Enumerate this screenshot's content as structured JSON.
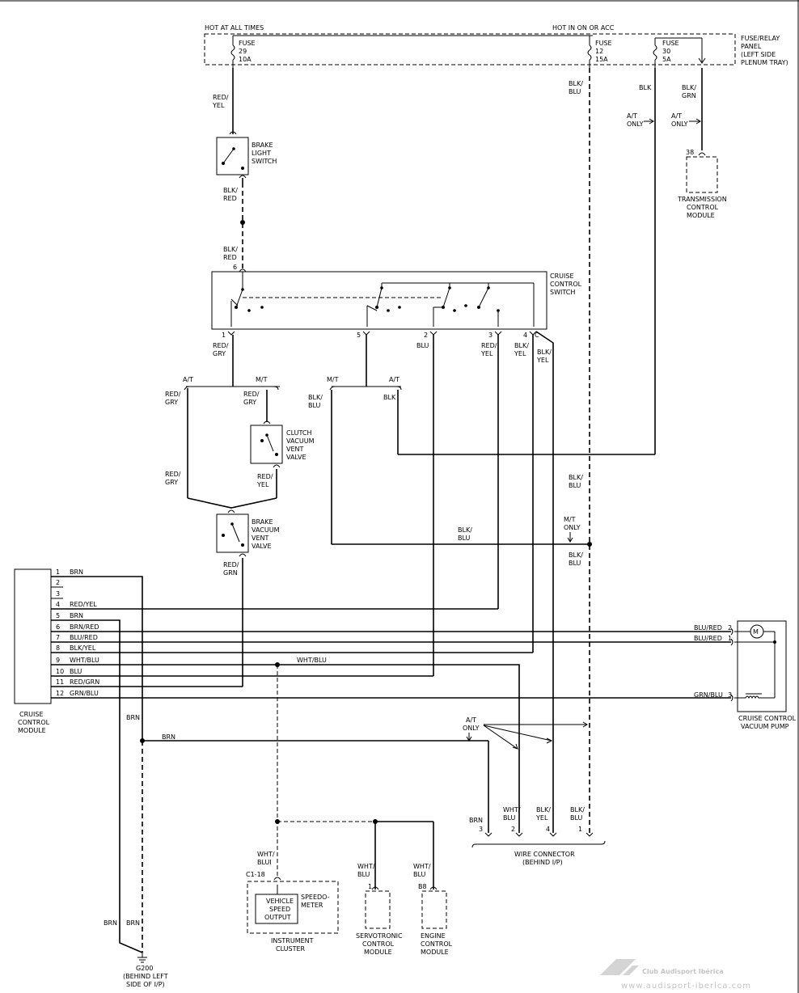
{
  "power": {
    "hot_always": "HOT AT ALL TIMES",
    "hot_run": "HOT IN ON OR ACC",
    "panel": [
      "FUSE/RELAY",
      "PANEL",
      "(LEFT SIDE",
      "PLENUM TRAY)"
    ]
  },
  "fuses": [
    {
      "lines": [
        "FUSE",
        "29",
        "10A"
      ]
    },
    {
      "lines": [
        "FUSE",
        "12",
        "15A"
      ]
    },
    {
      "lines": [
        "FUSE",
        "30",
        "5A"
      ]
    }
  ],
  "components": {
    "brake_light_switch": [
      "BRAKE",
      "LIGHT",
      "SWITCH"
    ],
    "cruise_switch": [
      "CRUISE",
      "CONTROL",
      "SWITCH"
    ],
    "clutch_valve": [
      "CLUTCH",
      "VACUUM",
      "VENT",
      "VALVE"
    ],
    "brake_valve": [
      "BRAKE",
      "VACUUM",
      "VENT",
      "VALVE"
    ],
    "tcm": [
      "TRANSMISSION",
      "CONTROL",
      "MODULE"
    ],
    "tcm_pin": "38",
    "ccm": [
      "CRUISE",
      "CONTROL",
      "MODULE"
    ],
    "vacuum_pump": [
      "CRUISE CONTROL",
      "VACUUM PUMP"
    ],
    "wire_connector": [
      "WIRE CONNECTOR",
      "(BEHIND I/P)"
    ],
    "ground": [
      "G200",
      "(BEHIND LEFT",
      "SIDE OF I/P)"
    ],
    "cluster": [
      "INSTRUMENT",
      "CLUSTER"
    ],
    "cluster_pin": "C1-18",
    "vss": [
      "VEHICLE",
      "SPEED",
      "OUTPUT"
    ],
    "speedometer": [
      "SPEEDO-",
      "METER"
    ],
    "servotronic": [
      "SERVOTRONIC",
      "CONTROL",
      "MODULE"
    ],
    "servotronic_pin": "1",
    "ecm": [
      "ENGINE",
      "CONTROL",
      "MODULE"
    ],
    "ecm_pin": "B8"
  },
  "wire_labels": {
    "red_yel": [
      "RED/",
      "YEL"
    ],
    "blk_red": [
      "BLK/",
      "RED"
    ],
    "blk_blu": [
      "BLK/",
      "BLU"
    ],
    "blk": "BLK",
    "blk_grn": [
      "BLK/",
      "GRN"
    ],
    "at_only": [
      "A/T",
      "ONLY"
    ],
    "mt_only": [
      "M/T",
      "ONLY"
    ],
    "red_gry": [
      "RED/",
      "GRY"
    ],
    "blu": "BLU",
    "blk_yel": [
      "BLK/",
      "YEL"
    ],
    "at": "A/T",
    "mt": "M/T",
    "red_grn": [
      "RED/",
      "GRN"
    ],
    "brn": "BRN",
    "wht_blu": [
      "WHT/",
      "BLU"
    ],
    "wht_blu_inline": "WHT/BLU",
    "wht_blu_i": [
      "WHT/",
      "BLUI"
    ]
  },
  "switch_pins": [
    "6",
    "1",
    "5",
    "2",
    "3",
    "4",
    "C"
  ],
  "ccm_pins": [
    {
      "num": "1",
      "wire": "BRN"
    },
    {
      "num": "2",
      "wire": ""
    },
    {
      "num": "3",
      "wire": ""
    },
    {
      "num": "4",
      "wire": "RED/YEL"
    },
    {
      "num": "5",
      "wire": "BRN"
    },
    {
      "num": "6",
      "wire": "BRN/RED"
    },
    {
      "num": "7",
      "wire": "BLU/RED"
    },
    {
      "num": "8",
      "wire": "BLK/YEL"
    },
    {
      "num": "9",
      "wire": "WHT/BLU"
    },
    {
      "num": "10",
      "wire": "BLU"
    },
    {
      "num": "11",
      "wire": "RED/GRN"
    },
    {
      "num": "12",
      "wire": "GRN/BLU"
    }
  ],
  "pump_pins": [
    {
      "num": "2",
      "wire": "BLU/RED"
    },
    {
      "num": "1",
      "wire": "BLU/RED"
    },
    {
      "num": "3",
      "wire": "GRN/BLU"
    }
  ],
  "motor_symbol": "M",
  "connector_pins": [
    {
      "num": "3",
      "wire": "BRN"
    },
    {
      "num": "2",
      "wire": [
        "WHT/",
        "BLU"
      ]
    },
    {
      "num": "4",
      "wire": [
        "BLK/",
        "YEL"
      ]
    },
    {
      "num": "1",
      "wire": [
        "BLK/",
        "BLU"
      ]
    }
  ],
  "watermark": {
    "title": "Club Audisport Ibérica",
    "url": "www.audisport-iberica.com"
  }
}
